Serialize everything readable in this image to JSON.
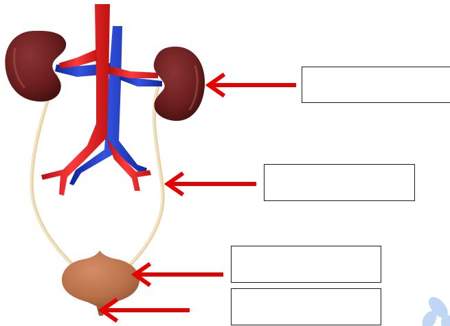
{
  "labels": {
    "kidney": "",
    "ureter": "",
    "bladder": "",
    "urethra": ""
  },
  "colors": {
    "artery": "#e51c1c",
    "vein": "#1736c9",
    "kidney": "#6b1e1e",
    "ureter": "#eddcb0",
    "bladder": "#b87049",
    "arrow": "#e60000",
    "watermark": "#bfd6f5"
  },
  "structures": [
    "kidney",
    "renal-artery",
    "renal-vein",
    "aorta",
    "vena-cava",
    "ureter",
    "bladder",
    "urethra"
  ]
}
